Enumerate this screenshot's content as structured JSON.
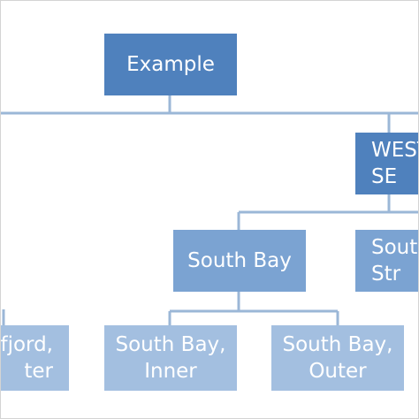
{
  "diagram": {
    "root": "Example",
    "level1": {
      "right": "WEST\nSE"
    },
    "level2": {
      "south_bay": "South Bay",
      "right": "Sout\nStr"
    },
    "level3": {
      "left": "fjord,\nter",
      "south_bay_inner": "South Bay,\nInner",
      "south_bay_outer": "South Bay,\nOuter"
    }
  },
  "colors": {
    "connector": "#9bb7d7",
    "dark_box": "#4f81bd",
    "mid_box": "#7ba3d2",
    "light_box": "#a3bfe0"
  }
}
